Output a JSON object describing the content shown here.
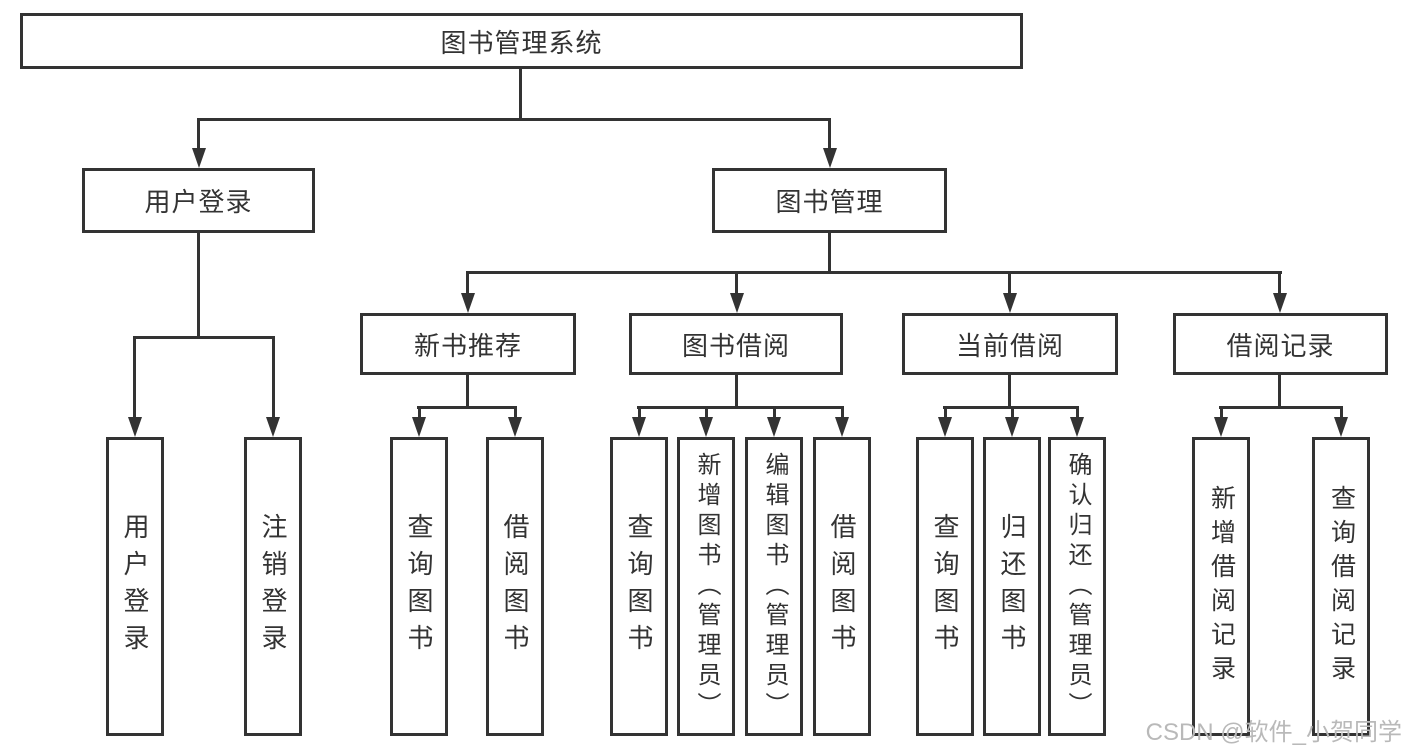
{
  "watermark": {
    "text": "CSDN @软件_小贺同学"
  },
  "colors": {
    "line": "#333333",
    "text": "#333333",
    "background": "#ffffff",
    "watermark": "#b9b9b9"
  },
  "tree": {
    "root": {
      "label": "图书管理系统",
      "children": [
        {
          "label": "用户登录",
          "children": [
            {
              "label": "用户登录"
            },
            {
              "label": "注销登录"
            }
          ]
        },
        {
          "label": "图书管理",
          "children": [
            {
              "label": "新书推荐",
              "children": [
                {
                  "label": "查询图书"
                },
                {
                  "label": "借阅图书"
                }
              ]
            },
            {
              "label": "图书借阅",
              "children": [
                {
                  "label": "查询图书"
                },
                {
                  "label": "新增图书（管理员）"
                },
                {
                  "label": "编辑图书（管理员）"
                },
                {
                  "label": "借阅图书"
                }
              ]
            },
            {
              "label": "当前借阅",
              "children": [
                {
                  "label": "查询图书"
                },
                {
                  "label": "归还图书"
                },
                {
                  "label": "确认归还（管理员）"
                }
              ]
            },
            {
              "label": "借阅记录",
              "children": [
                {
                  "label": "新增借阅记录"
                },
                {
                  "label": "查询借阅记录"
                }
              ]
            }
          ]
        }
      ]
    }
  }
}
